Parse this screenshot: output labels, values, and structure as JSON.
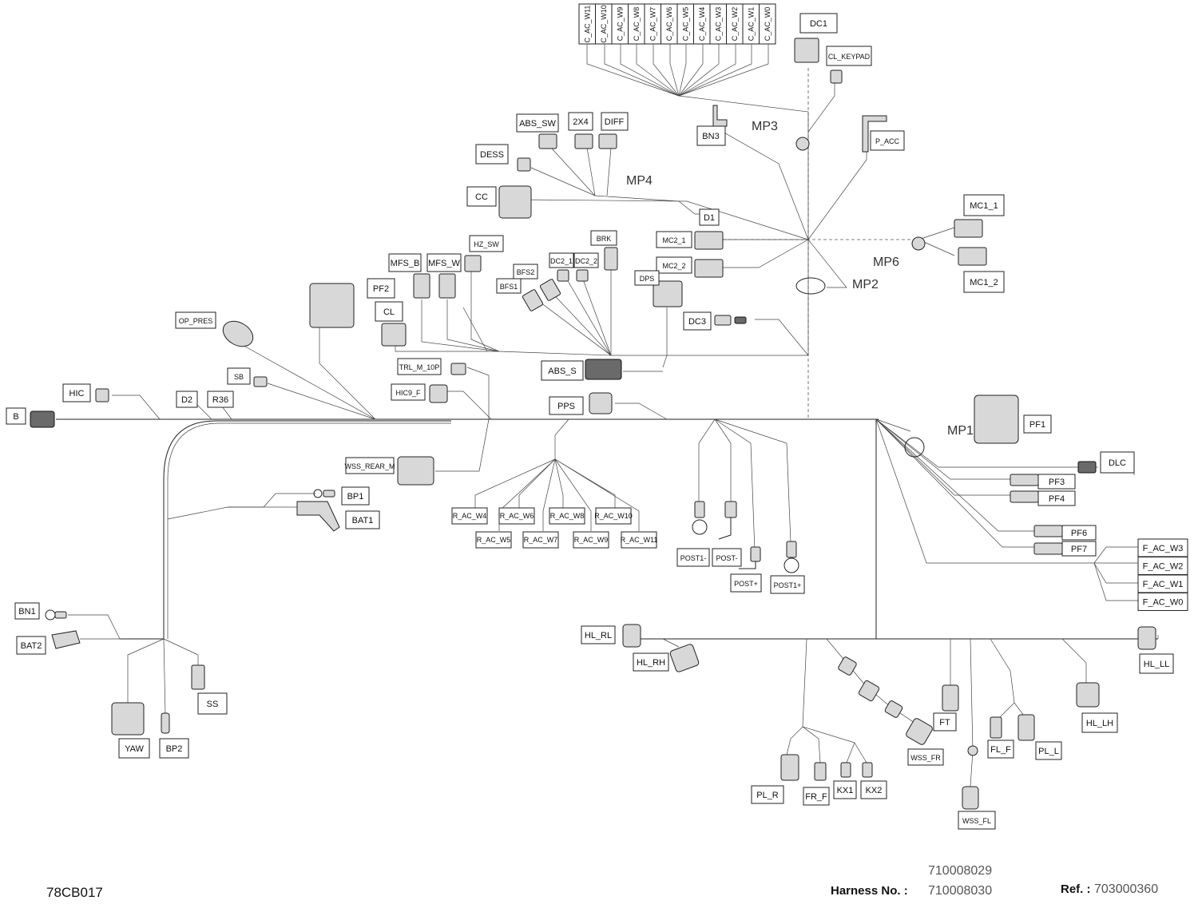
{
  "diagram_ref": "78CB017",
  "harness_label": "Harness No. :",
  "harness_numbers": [
    "710008029",
    "710008030"
  ],
  "ref_label": "Ref. :",
  "ref_number": "703000360",
  "top_connectors": [
    "C_AC_W11",
    "C_AC_W10",
    "C_AC_W9",
    "C_AC_W8",
    "C_AC_W7",
    "C_AC_W6",
    "C_AC_W5",
    "C_AC_W4",
    "C_AC_W3",
    "C_AC_W2",
    "C_AC_W1",
    "C_AC_W0"
  ],
  "rear_connectors_row1": [
    "R_AC_W4",
    "R_AC_W6",
    "R_AC_W8",
    "R_AC_W10"
  ],
  "rear_connectors_row2": [
    "R_AC_W5",
    "R_AC_W7",
    "R_AC_W9",
    "R_AC_W11"
  ],
  "front_connectors": [
    "F_AC_W3",
    "F_AC_W2",
    "F_AC_W1",
    "F_AC_W0"
  ],
  "labels": {
    "dc1": "DC1",
    "cl_keypad": "CL_KEYPAD",
    "mp3": "MP3",
    "bn3": "BN3",
    "p_acc": "P_ACC",
    "abs_sw": "ABS_SW",
    "two_x4": "2X4",
    "diff": "DIFF",
    "dess": "DESS",
    "mp4": "MP4",
    "cc": "CC",
    "d1": "D1",
    "mc1_1": "MC1_1",
    "mc1_2": "MC1_2",
    "mc2_1": "MC2_1",
    "mc2_2": "MC2_2",
    "mp6": "MP6",
    "mp2": "MP2",
    "dps": "DPS",
    "brk": "BRK",
    "dc2_1": "DC2_1",
    "dc2_2": "DC2_2",
    "bfs2": "BFS2",
    "bfs1": "BFS1",
    "hz_sw": "HZ_SW",
    "mfs_b": "MFS_B",
    "mfs_w": "MFS_W",
    "pf2": "PF2",
    "cl": "CL",
    "op_pres": "OP_PRES",
    "dc3": "DC3",
    "abs_s": "ABS_S",
    "trl_m_10p": "TRL_M_10P",
    "hic9_f": "HIC9_F",
    "sb": "SB",
    "hic": "HIC",
    "b": "B",
    "d2": "D2",
    "r36": "R36",
    "pps": "PPS",
    "pf1": "PF1",
    "mp1": "MP1",
    "dlc": "DLC",
    "pf3": "PF3",
    "pf4": "PF4",
    "pf6": "PF6",
    "pf7": "PF7",
    "wss_rear_m": "WSS_REAR_M",
    "bp1": "BP1",
    "bat1": "BAT1",
    "post1_minus": "POST1-",
    "post_minus": "POST-",
    "post_plus": "POST+",
    "post1_plus": "POST1+",
    "bn1": "BN1",
    "bat2": "BAT2",
    "yaw": "YAW",
    "bp2": "BP2",
    "ss": "SS",
    "hl_rl": "HL_RL",
    "hl_rh": "HL_RH",
    "hl_ll": "HL_LL",
    "hl_lh": "HL_LH",
    "ft": "FT",
    "wss_fr": "WSS_FR",
    "fl_f": "FL_F",
    "pl_l": "PL_L",
    "wss_fl": "WSS_FL",
    "pl_r": "PL_R",
    "fr_f": "FR_F",
    "kx1": "KX1",
    "kx2": "KX2"
  }
}
